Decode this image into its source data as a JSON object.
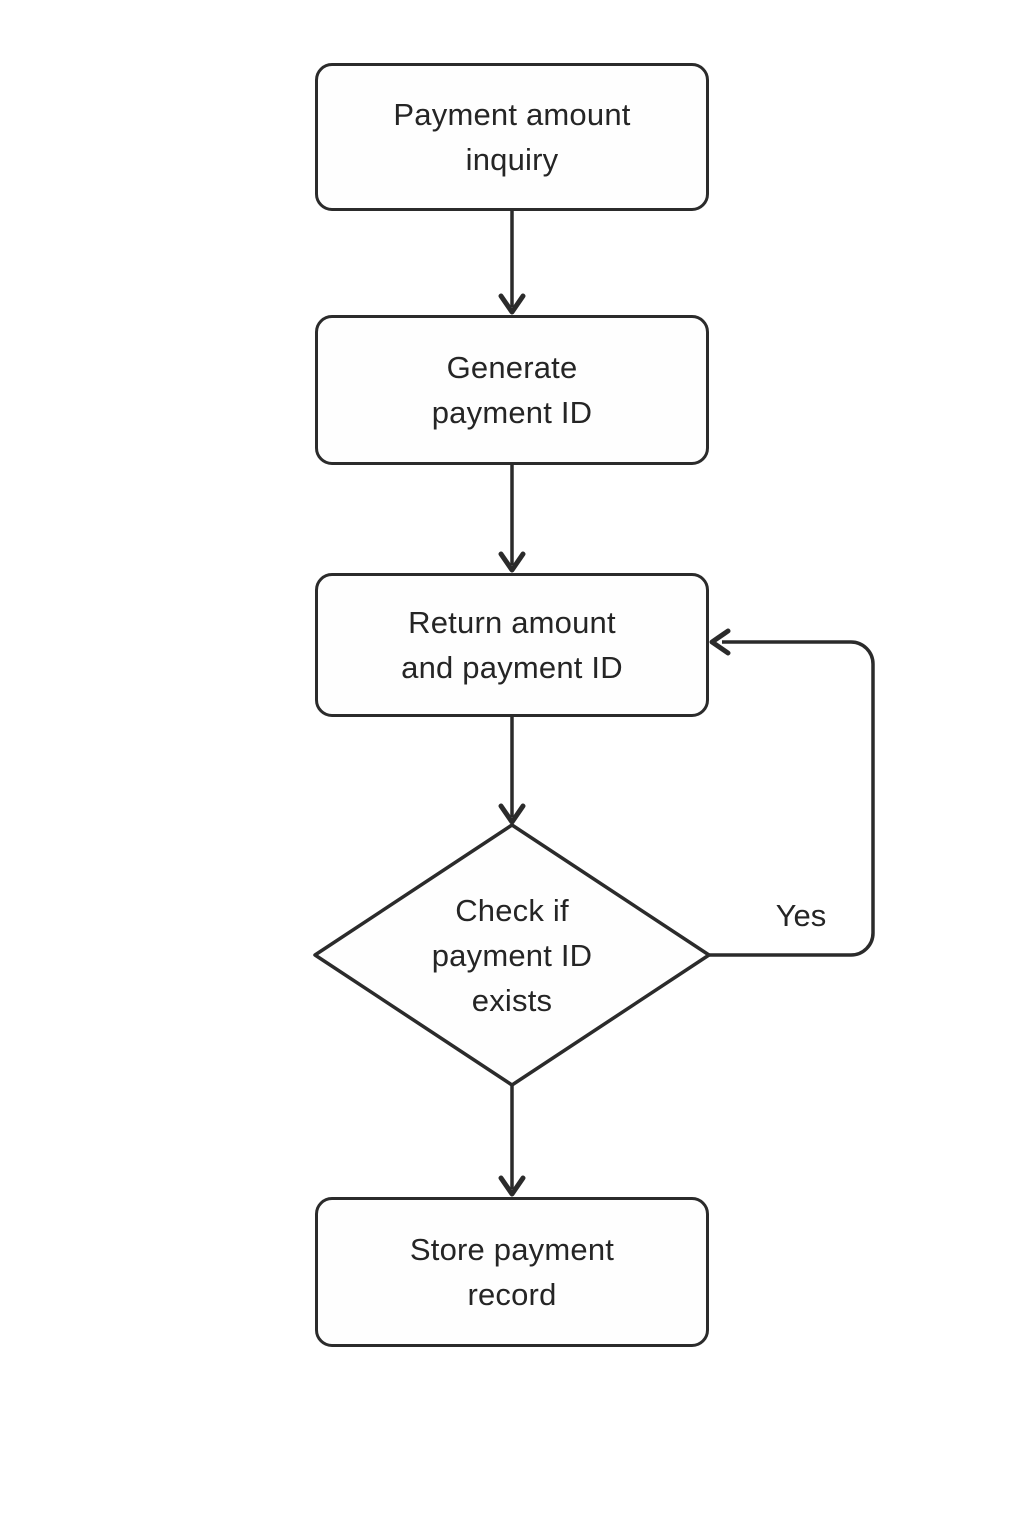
{
  "diagram": {
    "type": "flowchart",
    "direction": "top-down",
    "nodes": [
      {
        "id": "payment-amount-inquiry",
        "shape": "rounded-rect",
        "label": "Payment amount\ninquiry"
      },
      {
        "id": "generate-payment-id",
        "shape": "rounded-rect",
        "label": "Generate\npayment ID"
      },
      {
        "id": "return-amount-and-payment-id",
        "shape": "rounded-rect",
        "label": "Return amount\nand payment ID"
      },
      {
        "id": "check-if-payment-id-exists",
        "shape": "diamond",
        "label": "Check if\npayment ID\nexists"
      },
      {
        "id": "store-payment-record",
        "shape": "rounded-rect",
        "label": "Store payment\nrecord"
      }
    ],
    "edges": [
      {
        "from": "payment-amount-inquiry",
        "to": "generate-payment-id",
        "label": ""
      },
      {
        "from": "generate-payment-id",
        "to": "return-amount-and-payment-id",
        "label": ""
      },
      {
        "from": "return-amount-and-payment-id",
        "to": "check-if-payment-id-exists",
        "label": ""
      },
      {
        "from": "check-if-payment-id-exists",
        "to": "return-amount-and-payment-id",
        "label": "Yes"
      },
      {
        "from": "check-if-payment-id-exists",
        "to": "store-payment-record",
        "label": ""
      }
    ],
    "colors": {
      "stroke": "#2b2b2b",
      "text": "#252525",
      "node_fill": "#fefefe",
      "background": "#ffffff"
    }
  }
}
